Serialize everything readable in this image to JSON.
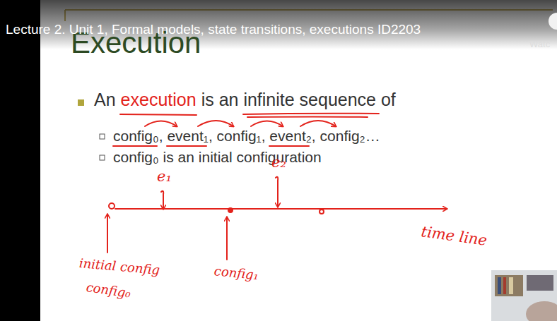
{
  "diagram": {
    "title": "Execution",
    "labels": [
      "Lecture 2. Unit 1, Formal models, state transitions, executions ID2203",
      "Watc",
      "An",
      "execution",
      "is an infinite sequence of",
      "config₀, event₁, config₁, event₂, config₂…",
      "config₀ is an initial configuration",
      "e₁",
      "e₂",
      "time line",
      "initial config",
      "config₀",
      "config₁"
    ]
  }
}
